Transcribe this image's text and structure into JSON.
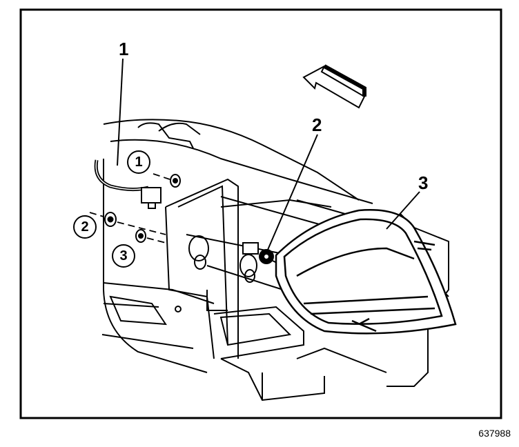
{
  "callouts": {
    "lamp_harness": "1",
    "adjuster": "2",
    "lamp_assembly": "3"
  },
  "fasteners": {
    "nut_1": "1",
    "washer_2": "2",
    "nut_3": "3"
  },
  "figure_number": "637988",
  "colors": {
    "line": "#000000",
    "background": "#ffffff"
  }
}
